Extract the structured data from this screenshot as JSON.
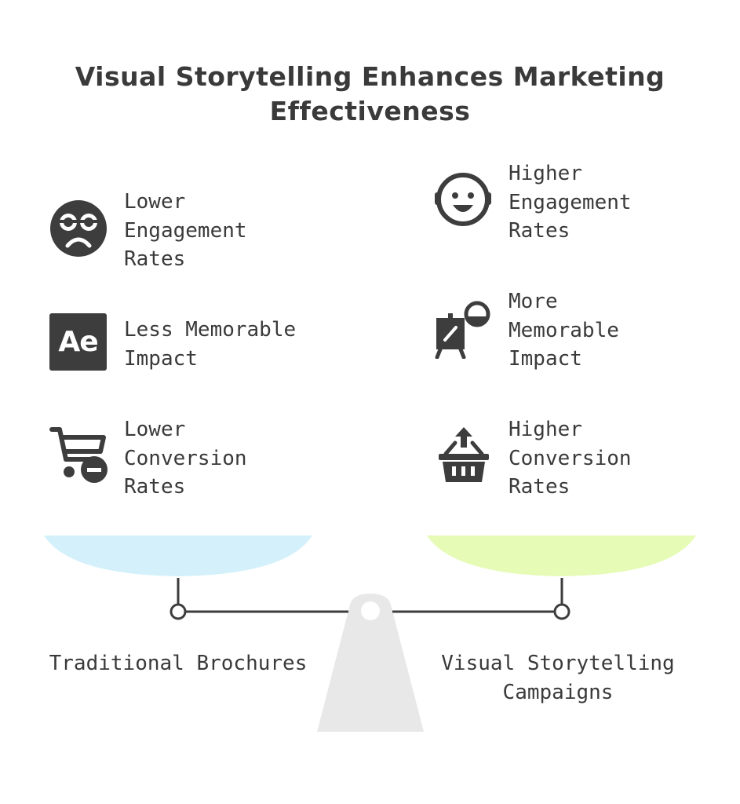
{
  "title": {
    "line1": "Visual Storytelling Enhances Marketing",
    "line2": "Effectiveness"
  },
  "left_side": {
    "label": "Traditional Brochures",
    "pan_color": "#d4f1fb",
    "items": [
      {
        "lines": [
          "Lower",
          "Engagement",
          "Rates"
        ],
        "icon": "sad-face-icon"
      },
      {
        "lines": [
          "Less Memorable",
          "Impact"
        ],
        "icon": "after-effects-icon",
        "icon_text": "Ae"
      },
      {
        "lines": [
          "Lower",
          "Conversion",
          "Rates"
        ],
        "icon": "cart-minus-icon"
      }
    ]
  },
  "right_side": {
    "label_line1": "Visual Storytelling",
    "label_line2": "Campaigns",
    "pan_color": "#e6fbb6",
    "items": [
      {
        "lines": [
          "Higher",
          "Engagement",
          "Rates"
        ],
        "icon": "happy-face-icon"
      },
      {
        "lines": [
          "More",
          "Memorable",
          "Impact"
        ],
        "icon": "easel-icon"
      },
      {
        "lines": [
          "Higher",
          "Conversion",
          "Rates"
        ],
        "icon": "basket-upload-icon"
      }
    ]
  },
  "colors": {
    "text": "#3a3a3a",
    "icon": "#3d3d3d",
    "fulcrum": "#e8e8e8",
    "beam": "#3d3d3d"
  }
}
